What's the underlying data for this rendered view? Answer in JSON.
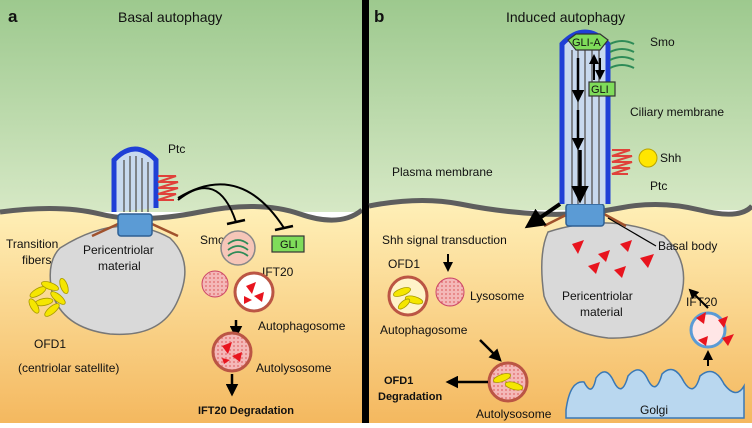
{
  "panel_a": {
    "letter": "a",
    "title": "Basal autophagy",
    "labels": {
      "ptc": "Ptc",
      "transition_1": "Transition",
      "transition_2": "fibers",
      "pcm_1": "Pericentriolar",
      "pcm_2": "material",
      "smo": "Smo",
      "gli": "GLI",
      "ift20": "IFT20",
      "autophagosome": "Autophagosome",
      "autolysosome": "Autolysosome",
      "ofd1_1": "OFD1",
      "ofd1_2": "(centriolar satellite)",
      "degradation": "IFT20 Degradation"
    }
  },
  "panel_b": {
    "letter": "b",
    "title": "Induced autophagy",
    "labels": {
      "gli_a": "GLI-A",
      "gli": "GLI",
      "smo": "Smo",
      "ciliary_membrane": "Ciliary membrane",
      "shh": "Shh",
      "ptc": "Ptc",
      "plasma_membrane": "Plasma membrane",
      "shh_transduction": "Shh signal transduction",
      "basal_body": "Basal body",
      "ofd1": "OFD1",
      "lysosome": "Lysosome",
      "pcm_1": "Pericentriolar",
      "pcm_2": "material",
      "ift20": "IFT20",
      "autophagosome": "Autophagosome",
      "ofd1_deg_1": "OFD1",
      "ofd1_deg_2": "Degradation",
      "autolysosome": "Autolysosome",
      "golgi": "Golgi"
    }
  },
  "colors": {
    "extracellular_top": "#9dc98e",
    "extracellular_bottom": "#d6e8c5",
    "cytoplasm_top": "#ffe9a8",
    "cytoplasm_bottom": "#f4b85f",
    "membrane": "#5e5e5e",
    "cilium_outline": "#1f3fd6",
    "cilium_fill": "#c8d9ee",
    "basal_body": "#5b9bd5",
    "pcm": "#d9d9d9",
    "gli_box": "#7fdc5a",
    "receptor": "#e0413a",
    "smo": "#2e8b57",
    "shh": "#ffe600",
    "ofd1": "#f5e600",
    "vesicle_pink": "#f4b8b8",
    "red": "#e8141e",
    "golgi": "#b9d7ef",
    "divider": "#000000"
  }
}
